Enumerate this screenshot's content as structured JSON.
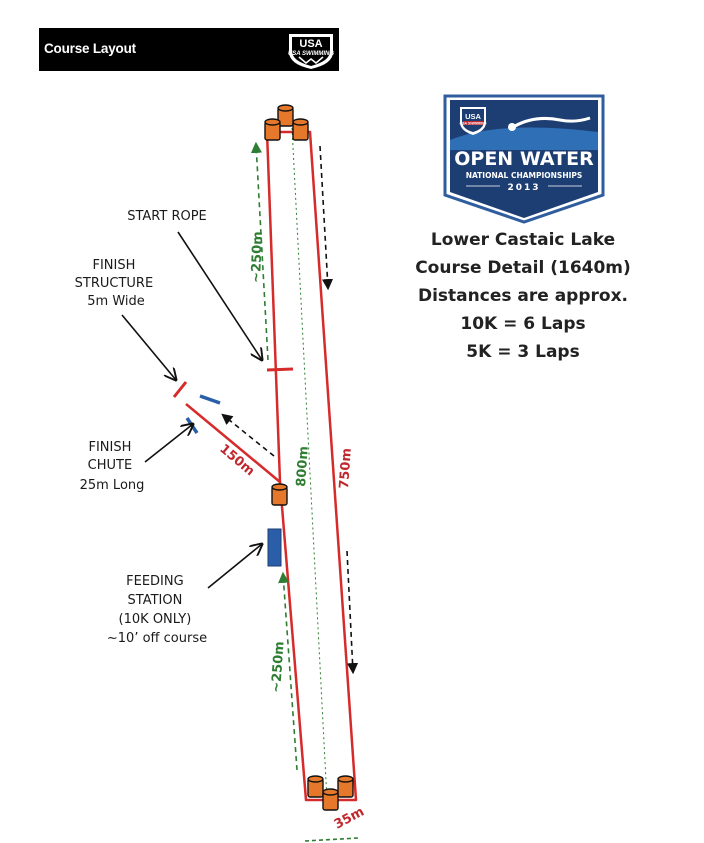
{
  "header": {
    "title": "Course Layout",
    "logo_text": "USA SWIMMING"
  },
  "event_logo": {
    "brand": "USA SWIMMING",
    "title": "OPEN WATER",
    "subtitle": "NATIONAL CHAMPIONSHIPS",
    "year": "2013"
  },
  "info": {
    "line1": "Lower Castaic Lake",
    "line2": "Course Detail (1640m)",
    "line3": "Distances are approx.",
    "line4": "10K = 6 Laps",
    "line5": "5K = 3 Laps"
  },
  "labels": {
    "start_rope": "START ROPE",
    "finish_structure": [
      "FINISH",
      "STRUCTURE",
      "5m Wide"
    ],
    "finish_chute": [
      "FINISH",
      "CHUTE",
      "25m Long"
    ],
    "feeding_station": [
      "FEEDING",
      "STATION",
      "(10K ONLY)",
      "~10’ off course"
    ]
  },
  "distances": {
    "top_left": "~250m",
    "bottom_left": "~250m",
    "center": "800m",
    "right": "750m",
    "chute": "150m",
    "bottom": "35m"
  },
  "colors": {
    "course_red": "#d62b2b",
    "distance_red": "#c0282e",
    "green": "#2e7d32",
    "buoy_orange": "#e5782a",
    "blue": "#2a5ea8",
    "black": "#111111"
  }
}
